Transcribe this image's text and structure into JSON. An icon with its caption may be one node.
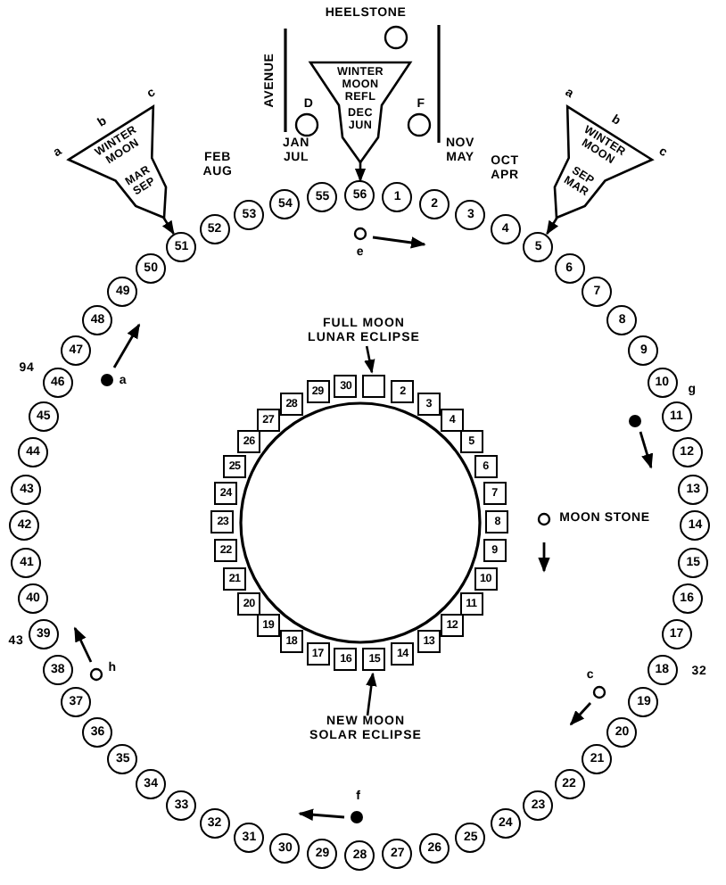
{
  "diagram": {
    "nodes": [
      {
        "text": [
          "1"
        ]
      },
      {
        "text": [
          "2"
        ]
      },
      {
        "text": [
          "3"
        ]
      },
      {
        "text": [
          "4"
        ]
      },
      {
        "text": [
          "5"
        ]
      },
      {
        "text": [
          "6"
        ]
      },
      {
        "text": [
          "7"
        ]
      },
      {
        "text": [
          "8"
        ]
      },
      {
        "text": [
          "9"
        ]
      },
      {
        "text": [
          "10"
        ]
      },
      {
        "text": [
          "11"
        ]
      },
      {
        "text": [
          "12"
        ]
      },
      {
        "text": [
          "13"
        ]
      },
      {
        "text": [
          "14"
        ]
      },
      {
        "text": [
          "15"
        ]
      },
      {
        "text": [
          "16"
        ]
      },
      {
        "text": [
          "17"
        ]
      },
      {
        "text": [
          "18"
        ]
      },
      {
        "text": [
          "19"
        ]
      },
      {
        "text": [
          "20"
        ]
      },
      {
        "text": [
          "21"
        ]
      },
      {
        "text": [
          "22"
        ]
      },
      {
        "text": [
          "23"
        ]
      },
      {
        "text": [
          "24"
        ]
      },
      {
        "text": [
          "25"
        ]
      },
      {
        "text": [
          "26"
        ]
      },
      {
        "text": [
          "27"
        ]
      },
      {
        "text": [
          "28"
        ]
      },
      {
        "text": [
          "29"
        ]
      },
      {
        "text": [
          "30"
        ]
      },
      {
        "text": [
          "31"
        ]
      },
      {
        "text": [
          "32"
        ]
      },
      {
        "text": [
          "33"
        ]
      },
      {
        "text": [
          "34"
        ]
      },
      {
        "text": [
          "35"
        ]
      },
      {
        "text": [
          "36"
        ]
      },
      {
        "text": [
          "37"
        ]
      },
      {
        "text": [
          "38"
        ]
      },
      {
        "text": [
          "39"
        ]
      },
      {
        "text": [
          "40"
        ]
      },
      {
        "text": [
          "41"
        ]
      },
      {
        "text": [
          "42"
        ]
      },
      {
        "text": [
          "43"
        ]
      },
      {
        "text": [
          "44"
        ]
      },
      {
        "text": [
          "45"
        ]
      },
      {
        "text": [
          "46"
        ]
      },
      {
        "text": [
          "47"
        ]
      },
      {
        "text": [
          "48"
        ]
      },
      {
        "text": [
          "49"
        ]
      },
      {
        "text": [
          "50"
        ]
      },
      {
        "text": [
          "51"
        ]
      },
      {
        "text": [
          "52"
        ]
      },
      {
        "text": [
          "53"
        ]
      },
      {
        "text": [
          "54"
        ]
      },
      {
        "text": [
          "55"
        ]
      },
      {
        "text": [
          "56"
        ]
      },
      {
        "text": [],
        "shape": "box"
      },
      {
        "text": [
          "2"
        ]
      },
      {
        "text": [
          "3"
        ]
      },
      {
        "text": [
          "4"
        ]
      },
      {
        "text": [
          "5"
        ]
      },
      {
        "text": [
          "6"
        ]
      },
      {
        "text": [
          "7"
        ]
      },
      {
        "text": [
          "8"
        ]
      },
      {
        "text": [
          "9"
        ]
      },
      {
        "text": [
          "10"
        ]
      },
      {
        "text": [
          "11"
        ]
      },
      {
        "text": [
          "12"
        ]
      },
      {
        "text": [
          "13"
        ]
      },
      {
        "text": [
          "14"
        ]
      },
      {
        "text": [
          "15"
        ]
      },
      {
        "text": [
          "16"
        ]
      },
      {
        "text": [
          "17"
        ]
      },
      {
        "text": [
          "18"
        ]
      },
      {
        "text": [
          "19"
        ]
      },
      {
        "text": [
          "20"
        ]
      },
      {
        "text": [
          "21"
        ]
      },
      {
        "text": [
          "22"
        ]
      },
      {
        "text": [
          "23"
        ]
      },
      {
        "text": [
          "24"
        ]
      },
      {
        "text": [
          "25"
        ]
      },
      {
        "text": [
          "26"
        ]
      },
      {
        "text": [
          "27"
        ]
      },
      {
        "text": [
          "28"
        ]
      },
      {
        "text": [
          "29"
        ]
      },
      {
        "text": [
          "30"
        ]
      },
      {
        "text": [
          "WINTER MOON REFL",
          "DEC JUN"
        ]
      },
      {
        "text": [
          "WINTER MOON",
          "MAR SEP"
        ],
        "beside": [
          "a",
          "b",
          "c"
        ]
      },
      {
        "text": [
          "WINTER MOON",
          "SEP MAR"
        ],
        "beside": [
          "a",
          "b",
          "c"
        ]
      },
      {
        "text": [
          "FULL MOON LUNAR ECLIPSE"
        ]
      },
      {
        "text": [
          "NEW MOON SOLAR ECLIPSE"
        ]
      }
    ],
    "edges": [
      {
        "from": 86,
        "to": 55,
        "arrow": "to"
      },
      {
        "from": 87,
        "to": 50,
        "arrow": "to"
      },
      {
        "from": 88,
        "to": 4,
        "arrow": "to"
      },
      {
        "from": 89,
        "to": 56,
        "arrow": "to"
      },
      {
        "from": 90,
        "to": 70,
        "arrow": "to"
      }
    ],
    "labels": [
      "HEELSTONE",
      "AVENUE",
      "D",
      "F",
      "JAN JUL",
      "NOV MAY",
      "FEB AUG",
      "OCT APR",
      "e",
      "94",
      "a",
      "g",
      "MOON STONE",
      "h",
      "43",
      "c",
      "32",
      "f"
    ]
  }
}
